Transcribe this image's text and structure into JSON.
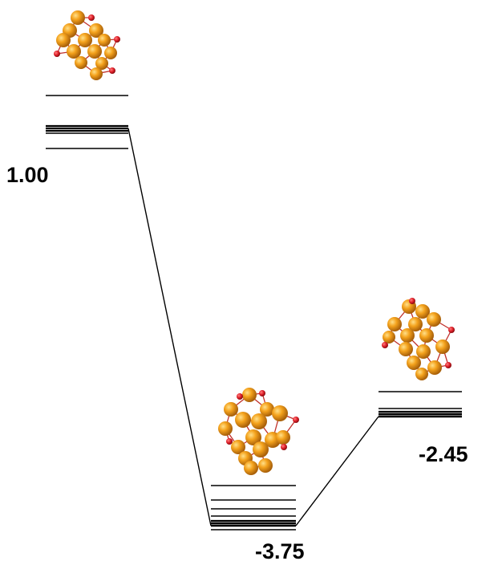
{
  "colors": {
    "gold_atom": "#f4a21c",
    "gold_atom_highlight": "#ffe08a",
    "gold_atom_shadow": "#a8600a",
    "oxygen_atom": "#e0202a",
    "bond": "#c0302a",
    "line": "#000000"
  },
  "diagram": {
    "states": [
      {
        "id": "state-left",
        "energy_label": "1.00"
      },
      {
        "id": "state-middle",
        "energy_label": "-3.75"
      },
      {
        "id": "state-right",
        "energy_label": "-2.45"
      }
    ]
  }
}
